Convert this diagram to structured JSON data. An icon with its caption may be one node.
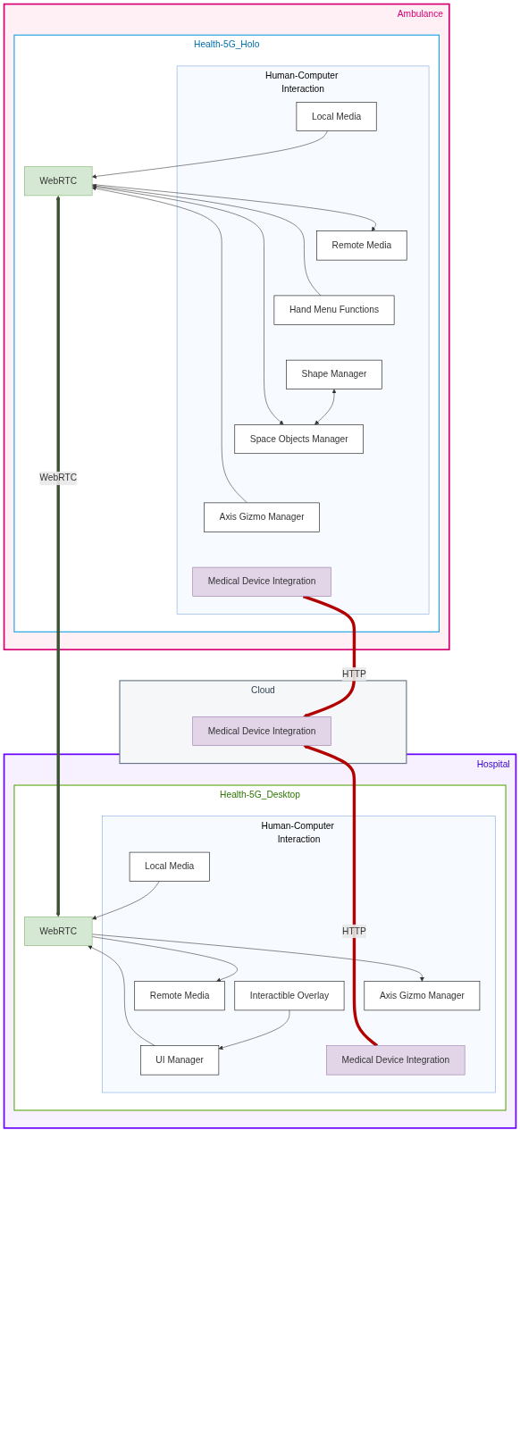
{
  "diagram": {
    "nodes": [
      {
        "text": [
          "Ambulance"
        ]
      },
      {
        "text": [
          "Health-5G_Holo"
        ],
        "in": 0
      },
      {
        "text": [
          "Human-Computer Interaction"
        ],
        "in": 1
      },
      {
        "text": [
          "Local Media"
        ],
        "in": 2
      },
      {
        "text": [
          "Remote Media"
        ],
        "in": 2
      },
      {
        "text": [
          "Hand Menu Functions"
        ],
        "in": 2
      },
      {
        "text": [
          "Shape Manager"
        ],
        "in": 2
      },
      {
        "text": [
          "Space Objects Manager"
        ],
        "in": 2
      },
      {
        "text": [
          "Axis Gizmo Manager"
        ],
        "in": 2
      },
      {
        "text": [
          "Medical Device Integration"
        ],
        "in": 2
      },
      {
        "text": [
          "WebRTC"
        ],
        "in": 1
      },
      {
        "text": [
          "Cloud"
        ]
      },
      {
        "text": [
          "Medical Device Integration"
        ],
        "in": 11
      },
      {
        "text": [
          "Hospital"
        ]
      },
      {
        "text": [
          "Health-5G_Desktop"
        ],
        "in": 13
      },
      {
        "text": [
          "WebRTC"
        ],
        "in": 14
      },
      {
        "text": [
          "Human-Computer Interaction"
        ],
        "in": 14
      },
      {
        "text": [
          "Local Media"
        ],
        "in": 16
      },
      {
        "text": [
          "Remote Media"
        ],
        "in": 16
      },
      {
        "text": [
          "UI Manager"
        ],
        "in": 16
      },
      {
        "text": [
          "Interactible Overlay"
        ],
        "in": 16
      },
      {
        "text": [
          "Axis Gizmo Manager"
        ],
        "in": 16
      },
      {
        "text": [
          "Medical Device Integration"
        ],
        "in": 16
      }
    ],
    "edges": [
      {
        "from": 3,
        "to": 10,
        "arrow": "to"
      },
      {
        "from": 10,
        "to": 4,
        "arrow": "to"
      },
      {
        "from": 5,
        "to": 10,
        "arrow": "to"
      },
      {
        "from": 6,
        "to": 7,
        "arrow": "both"
      },
      {
        "from": 10,
        "to": 7,
        "arrow": "to"
      },
      {
        "from": 8,
        "to": 10,
        "arrow": "to"
      },
      {
        "from": 9,
        "to": 12,
        "arrow": "to",
        "label": "HTTP",
        "style": "thick",
        "color": "#b20000"
      },
      {
        "from": 10,
        "to": 15,
        "arrow": "both",
        "label": "WebRTC",
        "style": "thick",
        "color": "#3a5431"
      },
      {
        "from": 17,
        "to": 15,
        "arrow": "to"
      },
      {
        "from": 15,
        "to": 18,
        "arrow": "to"
      },
      {
        "from": 19,
        "to": 15,
        "arrow": "to"
      },
      {
        "from": 20,
        "to": 19,
        "arrow": "to"
      },
      {
        "from": 15,
        "to": 21,
        "arrow": "to"
      },
      {
        "from": 22,
        "to": 12,
        "arrow": "to",
        "label": "HTTP",
        "style": "thick",
        "color": "#b20000"
      }
    ]
  }
}
